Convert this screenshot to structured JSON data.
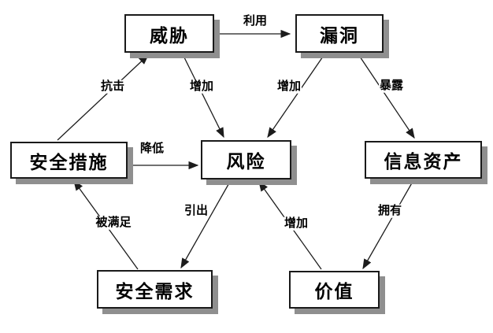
{
  "diagram": {
    "description": "Information security risk concept relationship diagram",
    "language": "zh-CN"
  },
  "colors": {
    "background": "#ffffff",
    "box_fill": "#ffffff",
    "box_border": "#1a1a1a",
    "box_shadow": "#8f8f8f",
    "arrow_line": "#1c1c1c",
    "text": "#000000"
  },
  "nodes": [
    {
      "id": "threat",
      "label": "威胁"
    },
    {
      "id": "vulnerability",
      "label": "漏洞"
    },
    {
      "id": "security-measures",
      "label": "安全措施"
    },
    {
      "id": "risk",
      "label": "风险"
    },
    {
      "id": "information-assets",
      "label": "信息资产"
    },
    {
      "id": "security-requirements",
      "label": "安全需求"
    },
    {
      "id": "value",
      "label": "价值"
    }
  ],
  "edges": [
    {
      "from": "威胁",
      "to": "漏洞",
      "label": "利用"
    },
    {
      "from": "安全措施",
      "to": "威胁",
      "label": "抗击"
    },
    {
      "from": "威胁",
      "to": "风险",
      "label": "增加"
    },
    {
      "from": "漏洞",
      "to": "风险",
      "label": "增加"
    },
    {
      "from": "漏洞",
      "to": "信息资产",
      "label": "暴露"
    },
    {
      "from": "安全措施",
      "to": "风险",
      "label": "降低"
    },
    {
      "from": "安全需求",
      "to": "安全措施",
      "label": "被满足"
    },
    {
      "from": "风险",
      "to": "安全需求",
      "label": "引出"
    },
    {
      "from": "价值",
      "to": "风险",
      "label": "增加"
    },
    {
      "from": "信息资产",
      "to": "价值",
      "label": "拥有"
    }
  ]
}
